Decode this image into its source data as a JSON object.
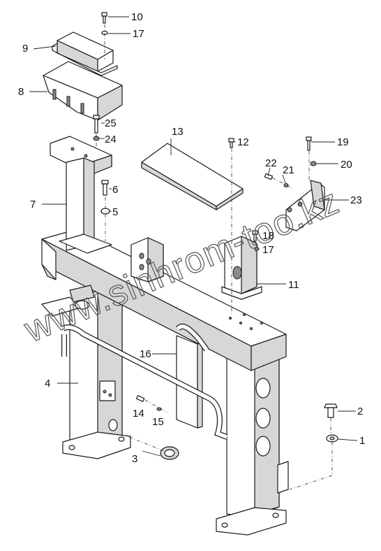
{
  "callouts": [
    "1",
    "2",
    "3",
    "4",
    "5",
    "6",
    "7",
    "8",
    "9",
    "10",
    "11",
    "12",
    "13",
    "14",
    "15",
    "16",
    "17",
    "17",
    "18",
    "19",
    "20",
    "21",
    "22",
    "23",
    "24",
    "25"
  ],
  "watermark": "www.sinhrom-too.kz"
}
